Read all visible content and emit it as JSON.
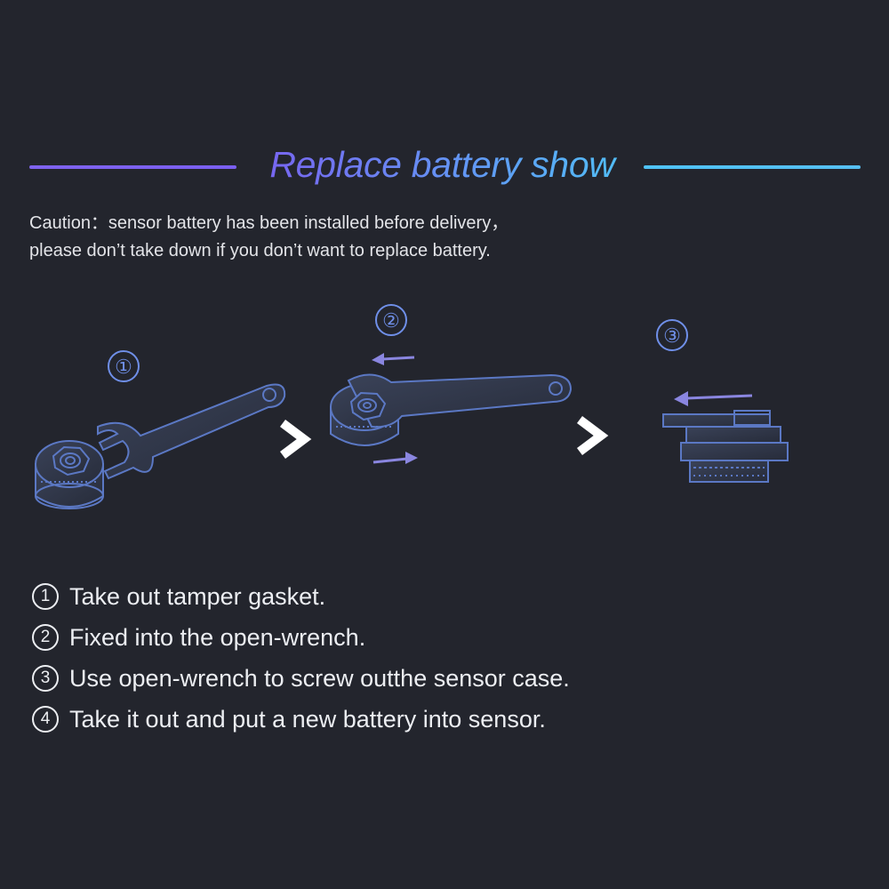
{
  "title": {
    "text": "Replace battery show",
    "gradient_start": "#7a5ff0",
    "gradient_end": "#4fc3f7",
    "line_left_color": "#7f63ee",
    "line_right_color": "#56bff2"
  },
  "caution": {
    "line1": "Caution：sensor battery has been installed before delivery，",
    "line2": "please don’t take down if you don’t want to replace battery."
  },
  "illustration": {
    "markers": [
      "①",
      "②",
      "③"
    ],
    "marker_color": "#6f8fe8",
    "drawing_color": "#5b78c4",
    "arrow_color": "#8a86e0",
    "chevron_color": "#ffffff",
    "icons": [
      "sensor-cap",
      "open-wrench",
      "chevron-right",
      "rotation-arrow",
      "sensor-case-side"
    ]
  },
  "steps": [
    {
      "num": "1",
      "text": "Take out tamper gasket."
    },
    {
      "num": "2",
      "text": "Fixed into the open-wrench."
    },
    {
      "num": "3",
      "text": "Use open-wrench to screw outthe sensor case."
    },
    {
      "num": "4",
      "text": "Take it out  and put a new battery into sensor."
    }
  ]
}
